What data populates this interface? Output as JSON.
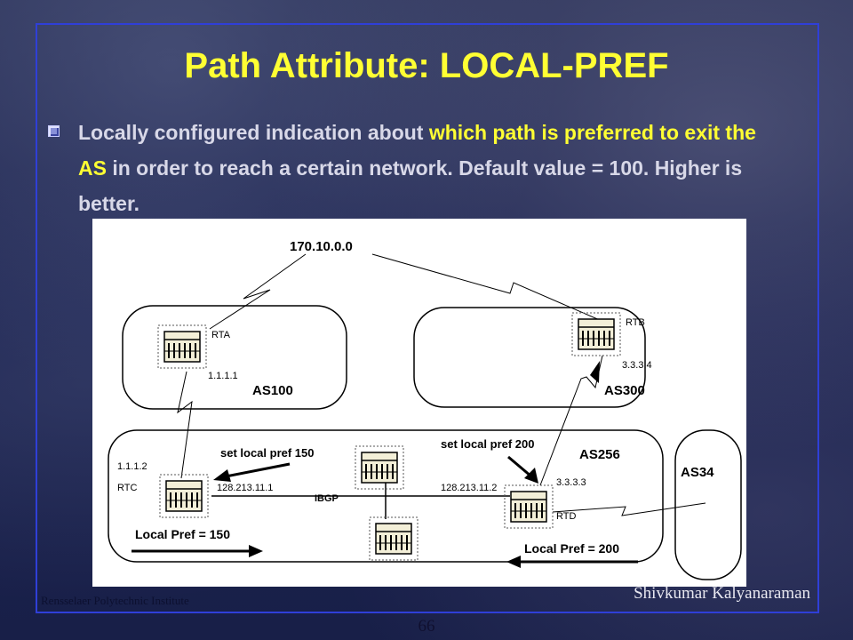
{
  "slide": {
    "title": "Path Attribute: LOCAL-PREF",
    "bullet": {
      "part1": "Locally configured indication about ",
      "highlight1": "which path is preferred to exit the AS",
      "part2": " in order to reach a certain network. Default value = 100. Higher is better."
    },
    "footer_left": "Rensselaer Polytechnic Institute",
    "footer_right": "Shivkumar Kalyanaraman",
    "page_number": "66"
  },
  "diagram": {
    "network": "170.10.0.0",
    "as_labels": {
      "as100": "AS100",
      "as300": "AS300",
      "as256": "AS256",
      "as34": "AS34"
    },
    "routers": {
      "rta": "RTA",
      "rtb": "RTB",
      "rtc": "RTC",
      "rtd": "RTD"
    },
    "addresses": {
      "rta_ip": "1.1.1.1",
      "rtb_ip": "3.3.3.4",
      "rtc_ip": "1.1.1.2",
      "rtc_internal": "128.213.11.1",
      "rtd_internal": "128.213.11.2",
      "rtd_ip": "3.3.3.3"
    },
    "ibgp": "IBGP",
    "set_pref_150": "set local pref 150",
    "set_pref_200": "set local pref 200",
    "local_pref_150": "Local Pref = 150",
    "local_pref_200": "Local Pref = 200"
  }
}
